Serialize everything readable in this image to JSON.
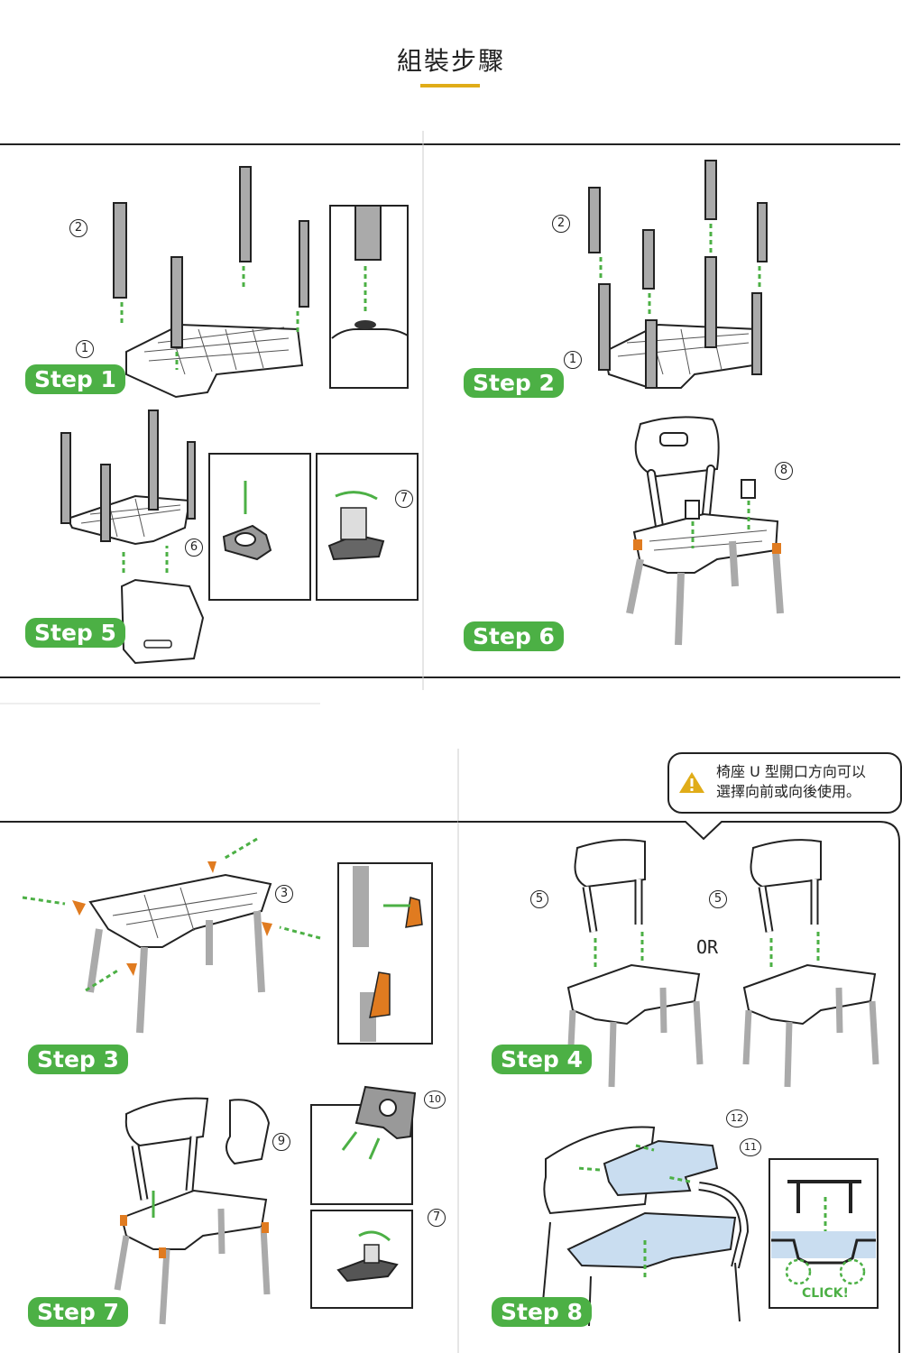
{
  "page": {
    "title": "組裝步驟"
  },
  "steps": [
    {
      "id": "step1",
      "label": "Step 1"
    },
    {
      "id": "step2",
      "label": "Step 2"
    },
    {
      "id": "step5",
      "label": "Step 5"
    },
    {
      "id": "step6",
      "label": "Step 6"
    },
    {
      "id": "step3",
      "label": "Step 3"
    },
    {
      "id": "step4",
      "label": "Step 4"
    },
    {
      "id": "step7",
      "label": "Step 7"
    },
    {
      "id": "step8",
      "label": "Step 8"
    }
  ],
  "note": {
    "line1": "椅座 U 型開口方向可以",
    "line2": "選擇向前或向後使用。"
  },
  "callouts": {
    "n1": "1",
    "n2": "2",
    "n3": "3",
    "n5": "5",
    "n6": "6",
    "n7": "7",
    "n8": "8",
    "n9": "9",
    "n10": "10",
    "n11": "11",
    "n12": "12"
  },
  "labels": {
    "or": "OR",
    "click": "CLICK!"
  },
  "colors": {
    "accent": "#e0ac18",
    "green": "#4cb045",
    "orange": "#e07b20",
    "blue": "#c9ddf0"
  },
  "icons": [
    "warning-icon"
  ]
}
